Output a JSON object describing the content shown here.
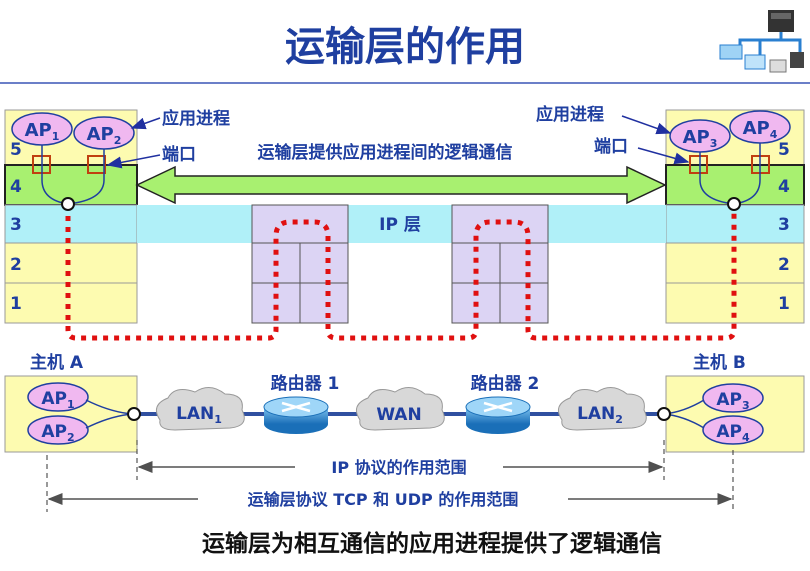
{
  "title": "运输层的作用",
  "top": {
    "left_process_label": "应用进程",
    "right_process_label": "应用进程",
    "left_port_label": "端口",
    "right_port_label": "端口",
    "logical_comm_label": "运输层提供应用进程间的逻辑通信",
    "ip_layer_label": "IP 层",
    "layer_numbers": [
      "5",
      "4",
      "3",
      "2",
      "1"
    ],
    "left_aps": [
      {
        "base": "AP",
        "sub": "1"
      },
      {
        "base": "AP",
        "sub": "2"
      }
    ],
    "right_aps": [
      {
        "base": "AP",
        "sub": "3"
      },
      {
        "base": "AP",
        "sub": "4"
      }
    ]
  },
  "bottom": {
    "host_a": "主机 A",
    "host_b": "主机 B",
    "router1": "路由器 1",
    "router2": "路由器 2",
    "lan1": {
      "base": "LAN",
      "sub": "1"
    },
    "wan": "WAN",
    "lan2": {
      "base": "LAN",
      "sub": "2"
    },
    "host_a_aps": [
      {
        "base": "AP",
        "sub": "1"
      },
      {
        "base": "AP",
        "sub": "2"
      }
    ],
    "host_b_aps": [
      {
        "base": "AP",
        "sub": "3"
      },
      {
        "base": "AP",
        "sub": "4"
      }
    ],
    "ip_scope": "IP 协议的作用范围",
    "transport_scope": "运输层协议 TCP 和 UDP 的作用范围"
  },
  "footer": "运输层为相互通信的应用进程提供了逻辑通信",
  "colors": {
    "title": "#1f3fa0",
    "layer_yellow": "#fdfbb0",
    "layer4_green": "#a8f070",
    "ip_band": "#b0f0f8",
    "ap_fill": "#f0b8f0",
    "router_box": "#dcd4f4",
    "red_dots": "#e01010",
    "port_box": "#c04010"
  }
}
